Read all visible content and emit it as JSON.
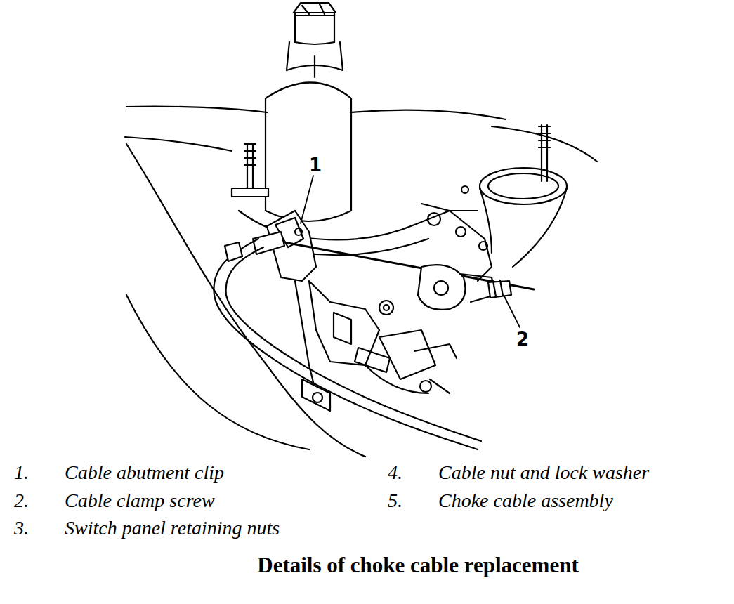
{
  "diagram": {
    "caption": "Details of choke cable replacement",
    "labels": [
      "1",
      "2",
      "1.",
      "Cable abutment clip",
      "2.",
      "Cable clamp screw",
      "3.",
      "Switch panel retaining nuts",
      "4.",
      "Cable nut and lock washer",
      "5.",
      "Choke cable assembly"
    ]
  }
}
